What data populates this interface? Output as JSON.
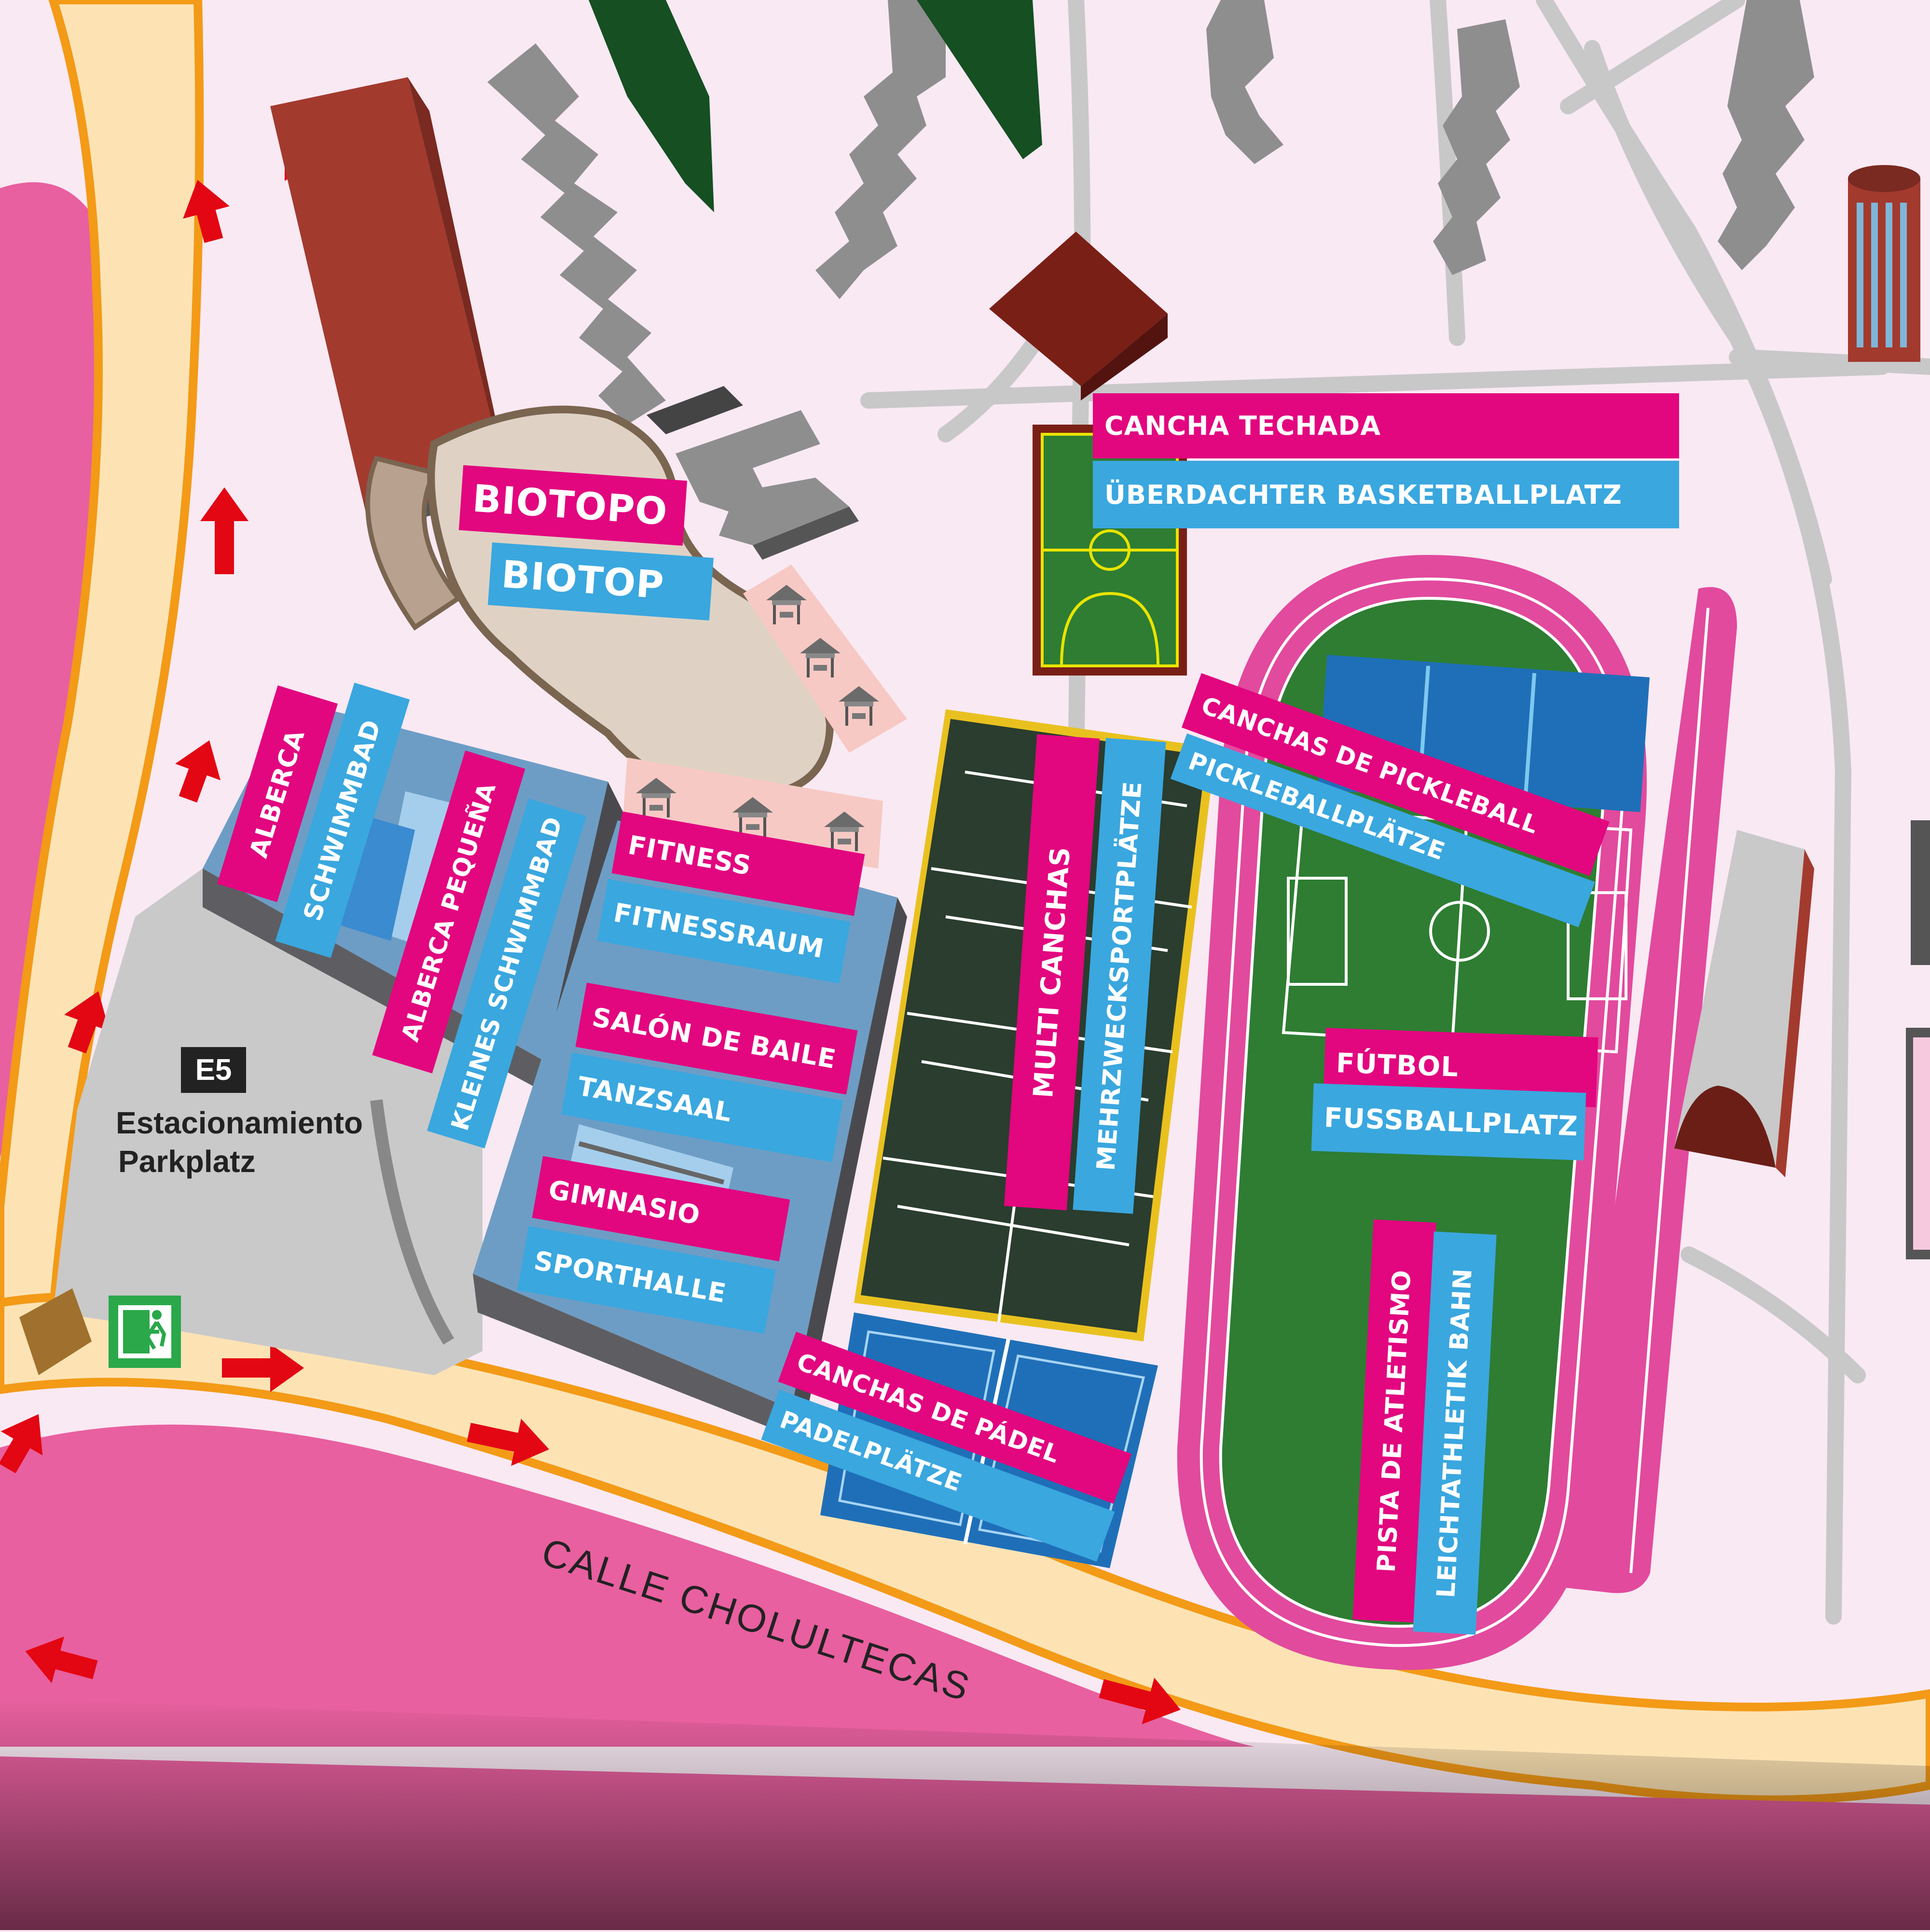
{
  "map": {
    "street_name": "CALLE CHOLULTECAS",
    "parking": {
      "badge": "E5",
      "line1": "Estacionamiento",
      "line2": "Parkplatz"
    },
    "labels": {
      "cancha_techada": "CANCHA TECHADA",
      "basketball_de": "ÜBERDACHTER BASKETBALLPLATZ",
      "biotopo": "BIOTOPO",
      "biotop": "BIOTOP",
      "pickleball": "CANCHAS DE PICKLEBALL",
      "pickleball_de": "PICKLEBALLPLÄTZE",
      "alberca": "ALBERCA",
      "schwimmbad": "SCHWIMMBAD",
      "alberca_pequena": "ALBERCA PEQUEÑA",
      "kleines_schwimmbad": "KLEINES SCHWIMMBAD",
      "fitness": "FITNESS",
      "fitnessraum": "FITNESSRAUM",
      "salon_baile": "SALÓN DE BAILE",
      "tanzsaal": "TANZSAAL",
      "gimnasio": "GIMNASIO",
      "sporthalle": "SPORTHALLE",
      "multi_canchas": "MULTI CANCHAS",
      "mehrzweck": "MEHRZWECKSPORTPLÄTZE",
      "futbol": "FÚTBOL",
      "fussballplatz": "FUSSBALLPLATZ",
      "padel": "CANCHAS DE PÁDEL",
      "padel_de": "PADELPLÄTZE",
      "atletismo": "PISTA DE ATLETISMO",
      "leichtathletik": "LEICHTATHLETIK BAHN"
    },
    "icons": [
      "exit-sign-icon",
      "gazebo-icon",
      "direction-arrow-icon"
    ],
    "colors": {
      "background": "#f9e9f3",
      "road": "#fde3b4",
      "road_edge": "#f39a17",
      "label_pink": "#e2067f",
      "label_blue": "#3aa7df",
      "field_green": "#2e7d32",
      "track_pink": "#e24a9d"
    }
  }
}
